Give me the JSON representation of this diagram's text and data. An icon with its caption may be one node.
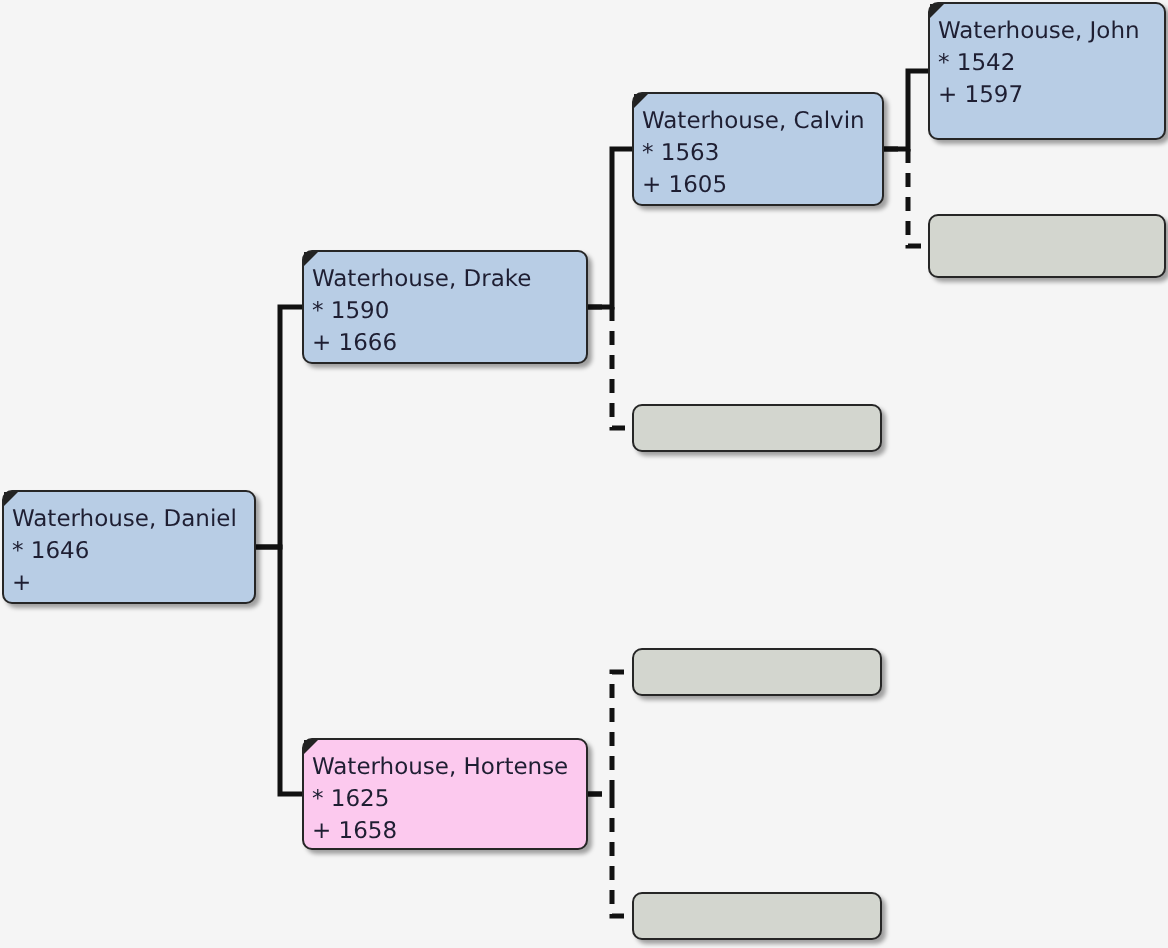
{
  "diagram": {
    "nodes": [
      {
        "text": [
          "Waterhouse, Daniel",
          "* 1646",
          "+"
        ]
      },
      {
        "text": [
          "Waterhouse, Drake",
          "* 1590",
          "+ 1666"
        ]
      },
      {
        "text": [
          "Waterhouse, Hortense",
          "* 1625",
          "+ 1658"
        ]
      },
      {
        "text": [
          "Waterhouse, Calvin",
          "* 1563",
          "+ 1605"
        ]
      },
      {
        "text": [
          "Waterhouse, John",
          "* 1542",
          "+ 1597"
        ]
      },
      {
        "text": [],
        "shape": "box"
      },
      {
        "text": [],
        "shape": "box"
      },
      {
        "text": [],
        "shape": "box"
      },
      {
        "text": [],
        "shape": "box"
      }
    ],
    "edges": [
      {
        "from": 0,
        "to": 1,
        "arrow": "none"
      },
      {
        "from": 0,
        "to": 2,
        "arrow": "none"
      },
      {
        "from": 1,
        "to": 3,
        "arrow": "none"
      },
      {
        "from": 1,
        "to": 6,
        "arrow": "none",
        "style": "dashed"
      },
      {
        "from": 3,
        "to": 4,
        "arrow": "none"
      },
      {
        "from": 3,
        "to": 5,
        "arrow": "none",
        "style": "dashed"
      },
      {
        "from": 2,
        "to": 7,
        "arrow": "none",
        "style": "dashed"
      },
      {
        "from": 2,
        "to": 8,
        "arrow": "none",
        "style": "dashed"
      }
    ]
  }
}
